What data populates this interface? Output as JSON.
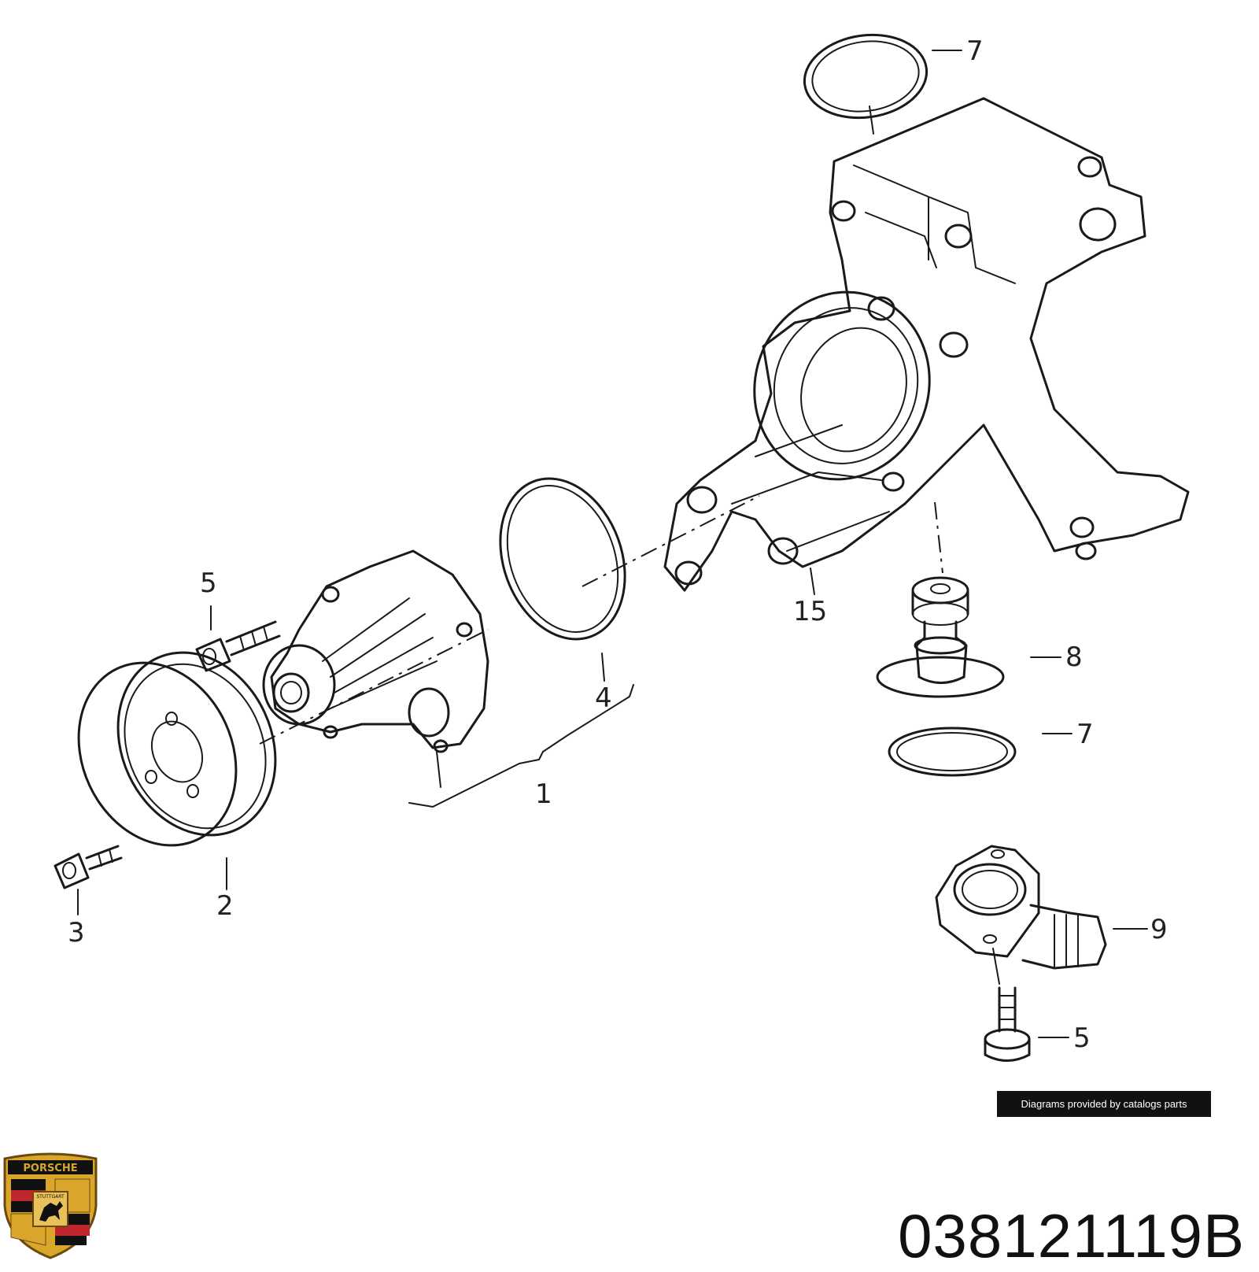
{
  "callouts": [
    {
      "id": "7",
      "label": "7"
    },
    {
      "id": "15",
      "label": "15"
    },
    {
      "id": "5",
      "label": "5"
    },
    {
      "id": "8",
      "label": "8"
    },
    {
      "id": "4",
      "label": "4"
    },
    {
      "id": "7b",
      "label": "7"
    },
    {
      "id": "1",
      "label": "1"
    },
    {
      "id": "9",
      "label": "9"
    },
    {
      "id": "2",
      "label": "2"
    },
    {
      "id": "3",
      "label": "3"
    },
    {
      "id": "5b",
      "label": "5"
    }
  ],
  "credit": "Diagrams provided by catalogs parts",
  "part_number": "038121119B",
  "brand": {
    "logo_text": "PORSCHE",
    "logo_subtext": "STUTTGART",
    "colors": {
      "gold": "#d9a62b",
      "red": "#c0262d",
      "black": "#111111"
    }
  }
}
